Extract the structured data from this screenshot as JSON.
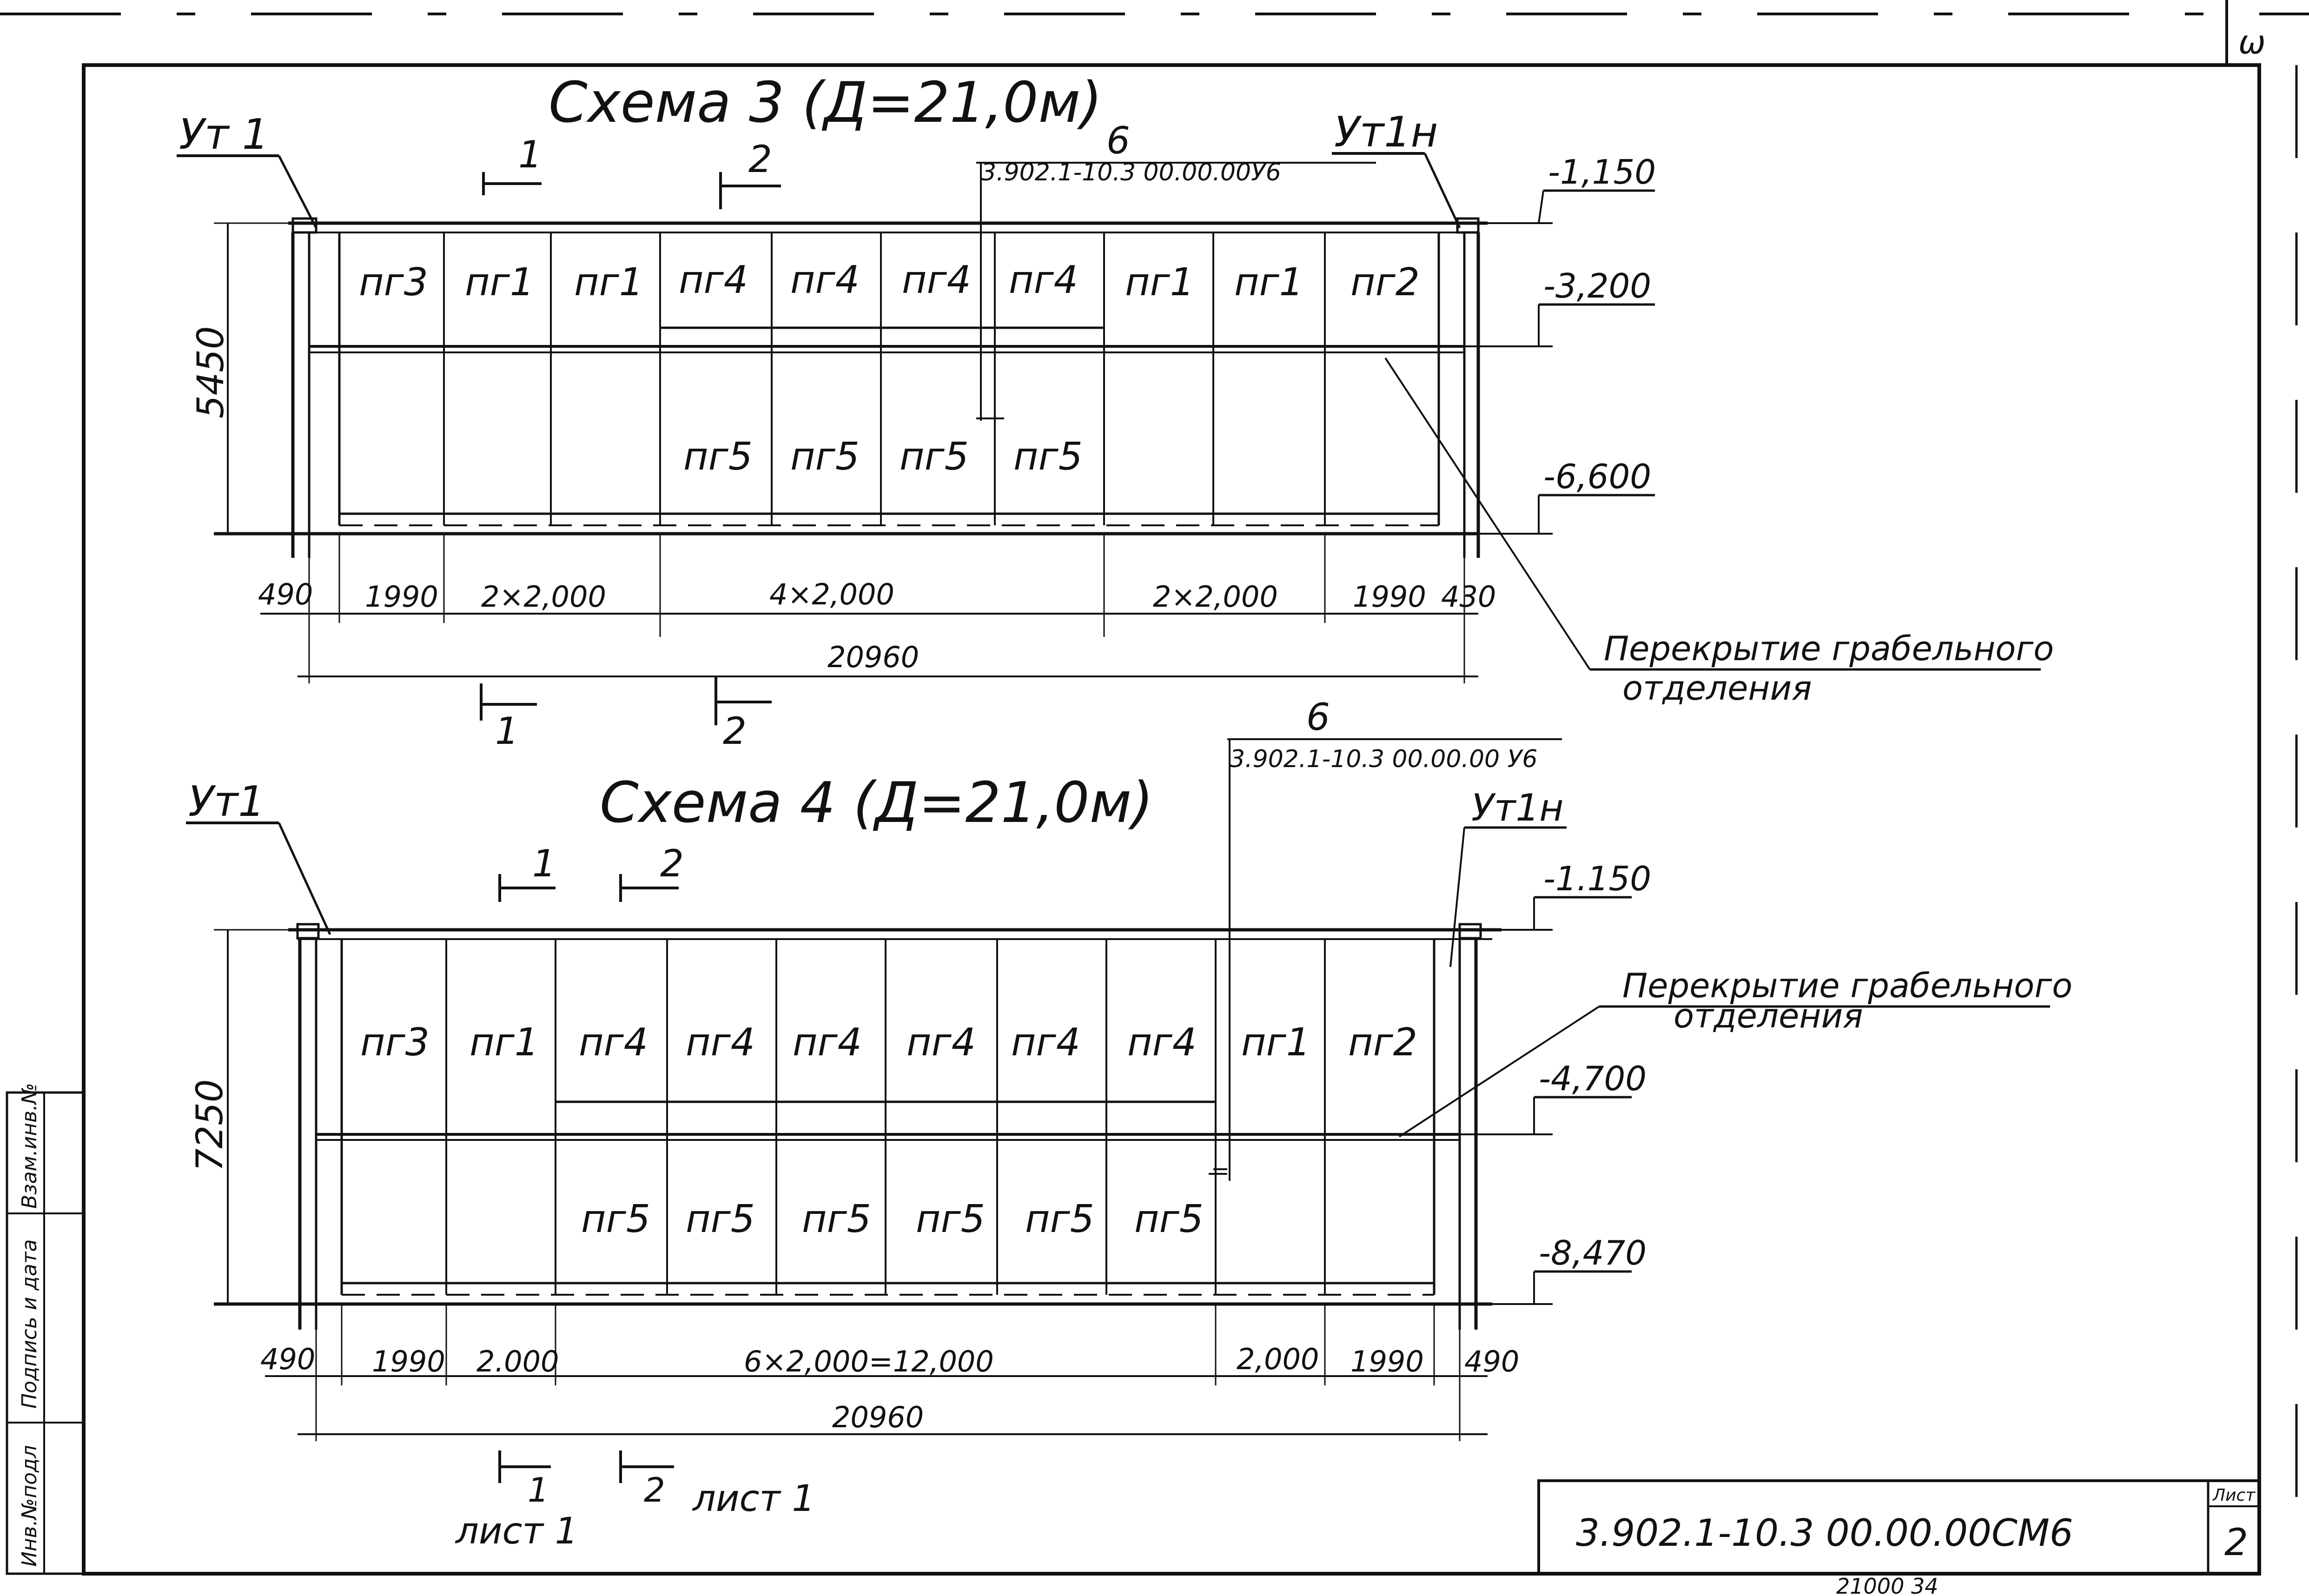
{
  "corner_mark": "ω",
  "scheme3": {
    "title": "Схема 3 (Д=21,0м)",
    "label_left": "Ут 1",
    "label_right": "Ут1н",
    "section_1": "1",
    "section_2": "2",
    "ref_number": "6",
    "ref_code": "3.902.1-10.3 00.00.00У6",
    "elevations": [
      "-1,150",
      "-3,200",
      "-6,600"
    ],
    "height": "5450",
    "upper_panels": [
      "пг3",
      "пг1",
      "пг1",
      "пг4",
      "пг4",
      "пг4",
      "пг4",
      "пг1",
      "пг1",
      "пг2"
    ],
    "lower_panels": [
      "пг5",
      "пг5",
      "пг5",
      "пг5"
    ],
    "dims": [
      "490",
      "1990",
      "2×2,000",
      "4×2,000",
      "2×2,000",
      "1990",
      "430"
    ],
    "total": "20960",
    "callout": [
      "Перекрытие грабельного",
      "отделения"
    ]
  },
  "scheme4": {
    "title": "Схема 4 (Д=21,0м)",
    "label_left": "Ут1",
    "label_right": "Ут1н",
    "section_1": "1",
    "section_2": "2",
    "ref_number": "6",
    "ref_code": "3.902.1-10.3 00.00.00 У6",
    "elevations": [
      "-1.150",
      "-4,700",
      "-8,470"
    ],
    "height": "7250",
    "upper_panels": [
      "пг3",
      "пг1",
      "пг4",
      "пг4",
      "пг4",
      "пг4",
      "пг4",
      "пг4",
      "пг1",
      "пг2"
    ],
    "lower_panels": [
      "пг5",
      "пг5",
      "пг5",
      "пг5",
      "пг5",
      "пг5"
    ],
    "dims": [
      "490",
      "1990",
      "2.000",
      "6×2,000=12,000",
      "2,000",
      "1990",
      "490"
    ],
    "total": "20960",
    "callout": [
      "Перекрытие грабельного",
      "отделения"
    ],
    "sheet_ref": "лист 1"
  },
  "side_stamp": [
    "Инв.№подл",
    "Подпись и дата",
    "Взам.инв.№"
  ],
  "title_block": {
    "code": "3.902.1-10.3 00.00.00СМ6",
    "sheet_label": "Лист",
    "sheet_number": "2"
  },
  "bottom_note": "21000  34"
}
